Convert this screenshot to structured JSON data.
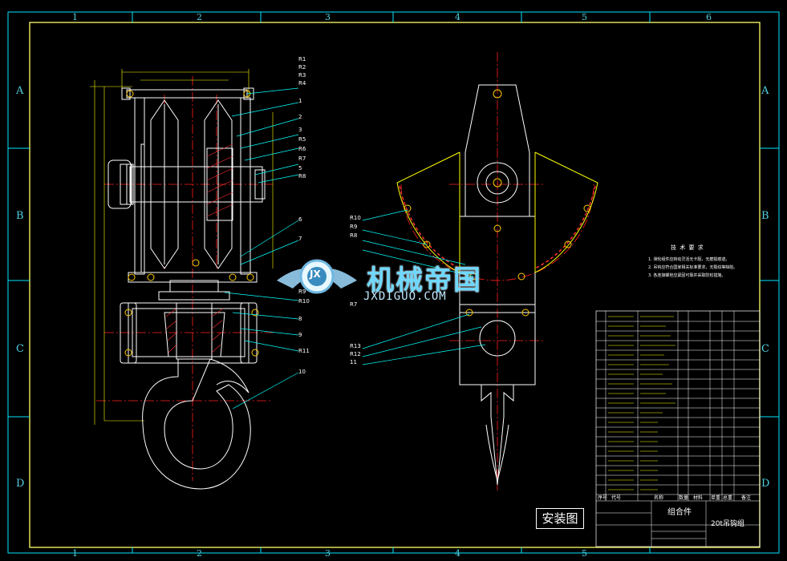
{
  "colors": {
    "background": "#000000",
    "frame": "#ffff66",
    "grid": "#00e5ff",
    "part_outline": "#ffffff",
    "centerline": "#ff2020",
    "dimension": "#ffff00",
    "leader": "#00ffff",
    "hatch": "#ff3030",
    "bolt": "#ffcc00"
  },
  "zones": {
    "top": [
      "1",
      "2",
      "3",
      "4",
      "5",
      "6"
    ],
    "side": [
      "A",
      "B",
      "C",
      "D"
    ]
  },
  "views": {
    "front_balloons": [
      "R1",
      "R2",
      "R3",
      "R4",
      "1",
      "2",
      "3",
      "R5",
      "R6",
      "R7",
      "5",
      "R8",
      "6",
      "7",
      "R9",
      "R10",
      "8",
      "9",
      "R11",
      "10"
    ],
    "side_balloons_left": [
      "R10",
      "R9",
      "R8",
      "R7",
      "R13",
      "R12",
      "11"
    ]
  },
  "technical_requirements": {
    "title": "技 术 要 求",
    "notes": [
      "1. 滑轮组件应转动灵活无卡阻，无磨损痕迹。",
      "2. 吊钩应符合国家相关标准要求，无裂纹等缺陷。",
      "3. 各连接螺栓应紧固可靠并采取防松措施。"
    ]
  },
  "install_label": "安装图",
  "watermark": {
    "logo_text": "JX",
    "title": "机械帝国",
    "subtitle": "JXDIGUO.COM"
  },
  "title_block": {
    "assembly": "组合件",
    "name": "20t吊钩组",
    "headers": [
      "序号",
      "代号",
      "名称",
      "数量",
      "材料",
      "单重",
      "总重",
      "备注"
    ]
  }
}
